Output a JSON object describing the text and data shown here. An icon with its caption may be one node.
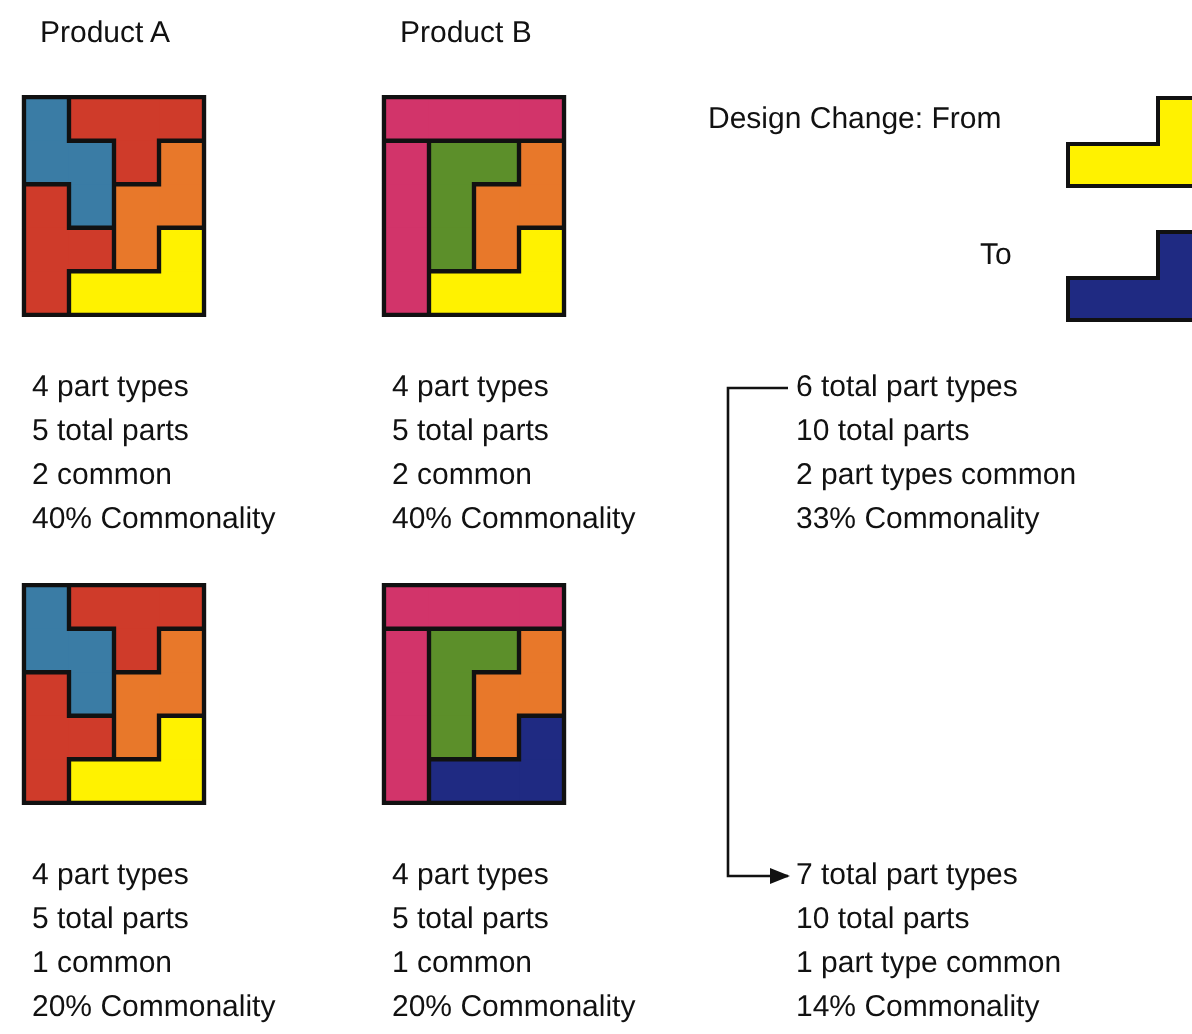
{
  "diagram": {
    "nodes": [
      {
        "text": [
          "6 total part types",
          "10 total parts",
          "2 part types common",
          "33% Commonality"
        ]
      },
      {
        "text": [
          "7 total part types",
          "10 total parts",
          "1 part type common",
          "14% Commonality"
        ]
      }
    ],
    "edges": [
      {
        "from": 0,
        "to": 1,
        "arrow": "to"
      }
    ],
    "labels": [
      "Product A",
      "Product B",
      "Design Change: From",
      "To",
      "4 part types",
      "5 total parts",
      "2 common",
      "40% Commonality",
      "4 part types",
      "5 total parts",
      "2 common",
      "40% Commonality",
      "4 part types",
      "5 total parts",
      "1 common",
      "20% Commonality",
      "4 part types",
      "5 total parts",
      "1 common",
      "20% Commonality"
    ]
  }
}
